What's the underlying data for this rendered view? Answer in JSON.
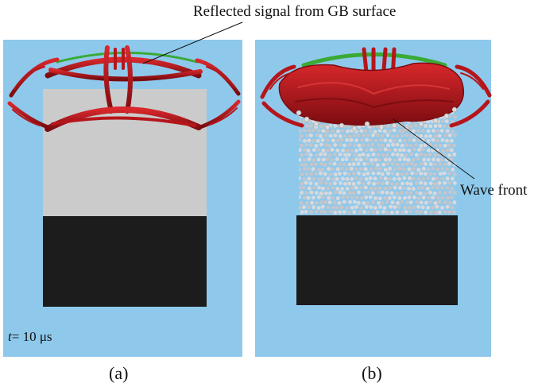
{
  "annotations": {
    "reflected": "Reflected signal from GB surface",
    "wave_front": "Wave front"
  },
  "time_label": {
    "var": "t",
    "value": "= 10 μs"
  },
  "panel_labels": {
    "a": "(a)",
    "b": "(b)"
  },
  "colors": {
    "background_blue": "#8ec9ec",
    "granular_gray": "#cbcbcb",
    "block_black": "#1c1c1c",
    "wave_red": "#b5161b",
    "surface_green": "#3aaa35"
  }
}
